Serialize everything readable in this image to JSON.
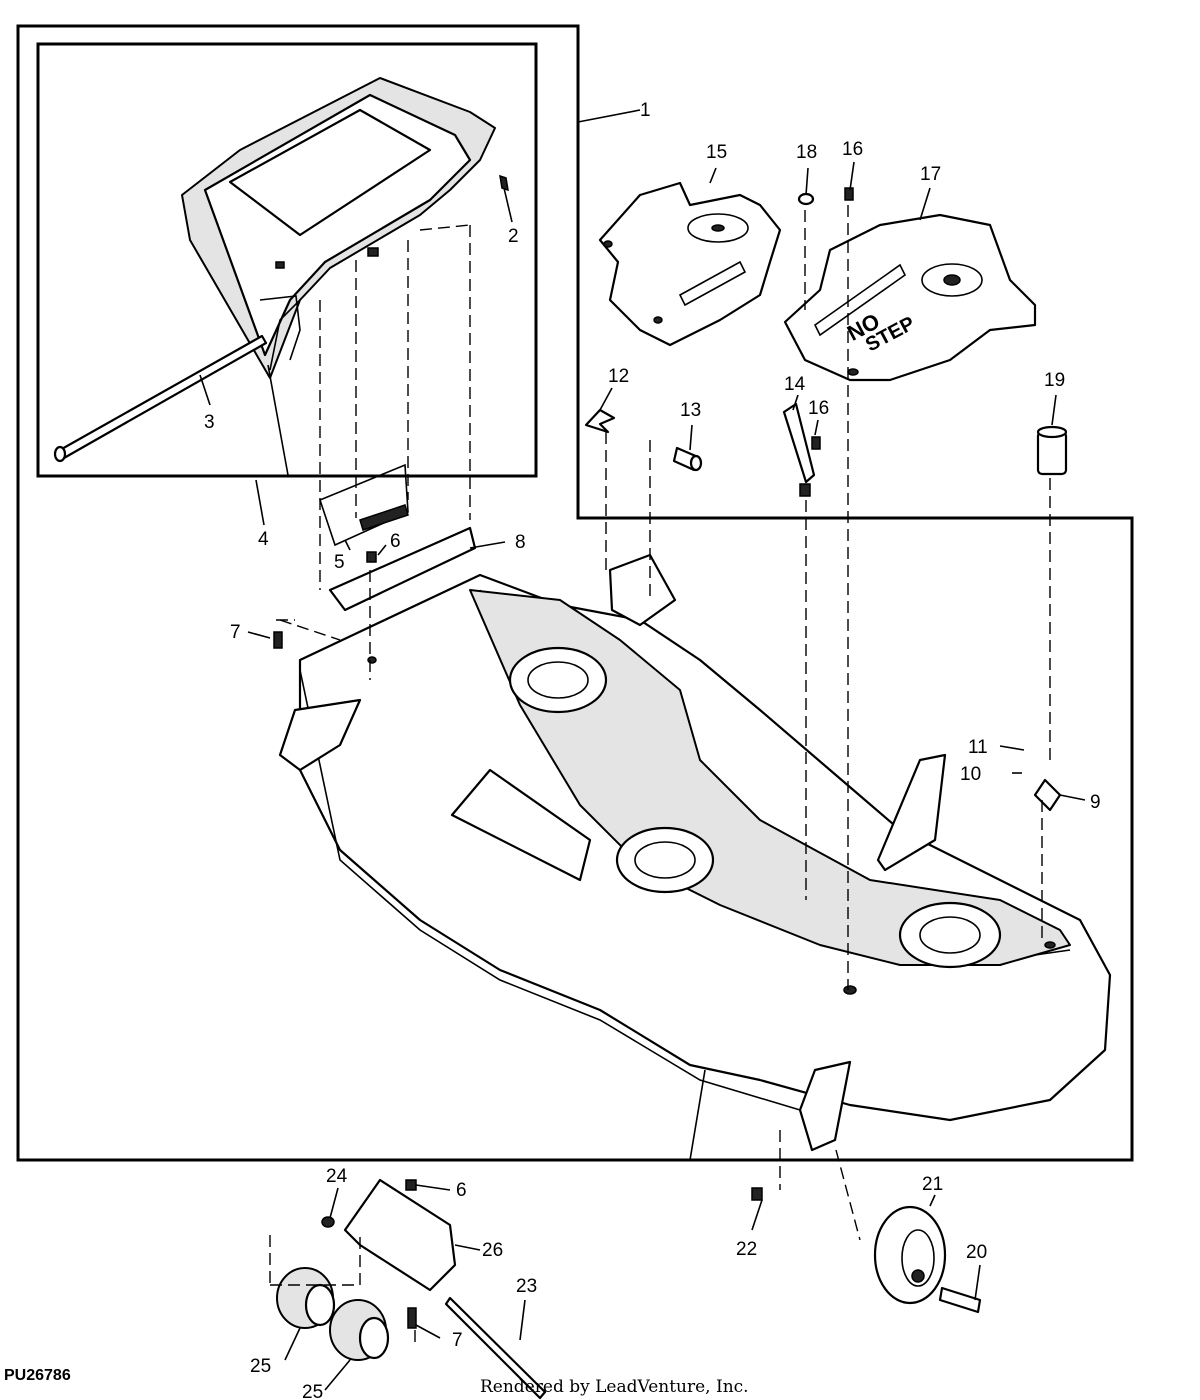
{
  "diagram": {
    "code": "PU26786",
    "credit": "Rendered by LeadVenture, Inc.",
    "callouts": [
      "1",
      "2",
      "3",
      "4",
      "5",
      "6",
      "7",
      "8",
      "9",
      "10",
      "11",
      "12",
      "13",
      "14",
      "15",
      "16",
      "17",
      "18",
      "19",
      "20",
      "21",
      "22",
      "23",
      "24",
      "25"
    ],
    "callouts_extra": [
      "26",
      "16",
      "6",
      "7",
      "25"
    ]
  }
}
